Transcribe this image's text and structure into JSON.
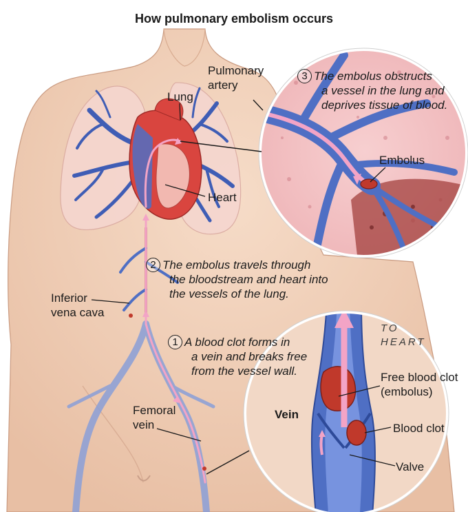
{
  "title": "How pulmonary embolism occurs",
  "labels": {
    "pulmonary_artery": [
      "Pulmonary",
      "artery"
    ],
    "lung": "Lung",
    "heart": "Heart",
    "embolus": "Embolus",
    "inferior_vena_cava": [
      "Inferior",
      "vena cava"
    ],
    "femoral_vein": [
      "Femoral",
      "vein"
    ],
    "vein": "Vein",
    "to_heart": [
      "TO",
      "HEART"
    ],
    "free_clot": [
      "Free blood clot",
      "(embolus)"
    ],
    "blood_clot": "Blood clot",
    "valve": "Valve"
  },
  "steps": [
    {
      "number": "1",
      "lines": [
        "A blood clot forms in",
        "a vein and breaks free",
        "from the vessel wall."
      ]
    },
    {
      "number": "2",
      "lines": [
        "The embolus travels through",
        "the bloodstream and heart into",
        "the vessels of the lung."
      ]
    },
    {
      "number": "3",
      "lines": [
        "The embolus obstructs",
        "a vessel in the lung and",
        "deprives tissue of blood."
      ]
    }
  ],
  "colors": {
    "skin": "#f2d2bb",
    "vein": "#4f6fc4",
    "artery": "#d9453f",
    "flow": "#f0a0c0",
    "lung": "#f5d5cf"
  }
}
